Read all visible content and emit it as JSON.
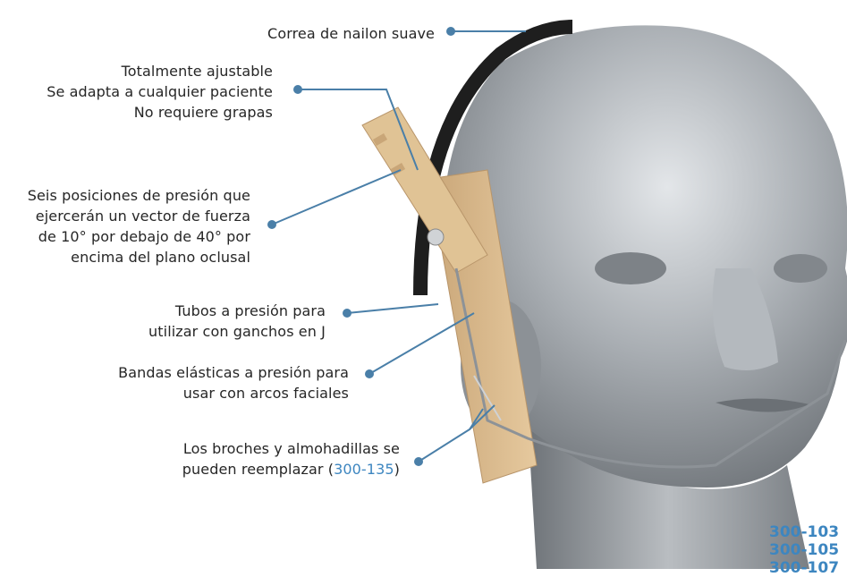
{
  "callouts": [
    {
      "lines": [
        "Correa de nailon suave"
      ]
    },
    {
      "lines": [
        "Totalmente ajustable",
        "Se adapta a cualquier paciente",
        "No requiere grapas"
      ]
    },
    {
      "lines": [
        "Seis posiciones de presión que",
        "ejercerán un vector de fuerza",
        "de 10° por debajo de 40° por",
        "encima del plano oclusal"
      ]
    },
    {
      "lines": [
        "Tubos a presión para",
        "utilizar con ganchos en J"
      ]
    },
    {
      "lines": [
        "Bandas elásticas a presión para",
        "usar con arcos faciales"
      ]
    },
    {
      "lines": [
        "Los broches y almohadillas se",
        "pueden reemplazar ("
      ],
      "code": "300-135",
      "tail": ")"
    }
  ],
  "product_codes": [
    "300-103",
    "300-105",
    "300-107"
  ],
  "colors": {
    "accent": "#3d86c0",
    "leader": "#4a7fa8",
    "mannequin": "#9ea3a8",
    "strap_pad": "#d9b88c"
  }
}
